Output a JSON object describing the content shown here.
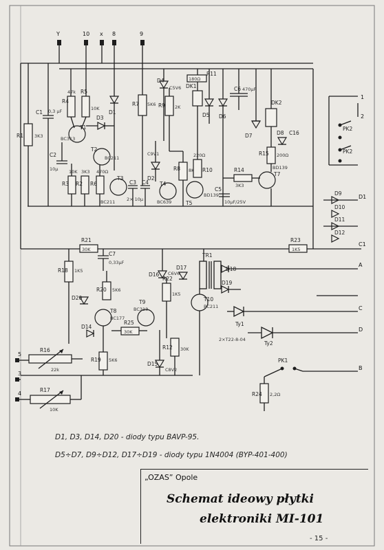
{
  "terminals_top": [
    "Y",
    "10",
    "x",
    "8",
    "9"
  ],
  "terminals_right": [
    "1",
    "2",
    "D1",
    "C1",
    "A",
    "C",
    "D",
    "B"
  ],
  "terminals_left": [
    "5",
    "3",
    "4"
  ],
  "components": {
    "R1": {
      "label": "R1",
      "value": "3K3"
    },
    "C1": {
      "label": "C1",
      "value": "0,3 µF"
    },
    "R4": {
      "label": "R4",
      "value": "47k"
    },
    "R5": {
      "label": "R5",
      "value": "10K"
    },
    "T1": {
      "label": "T1",
      "value": "BC313"
    },
    "C2": {
      "label": "C2",
      "value": "10µ"
    },
    "D1": {
      "label": "D1"
    },
    "D3": {
      "label": "D3"
    },
    "T2": {
      "label": "T2",
      "value": "BC211"
    },
    "R3": {
      "label": "R3",
      "value": "10K"
    },
    "R2": {
      "label": "R2",
      "value": "3K3"
    },
    "R6": {
      "label": "R6",
      "value": "470Ω"
    },
    "T3": {
      "label": "T3",
      "value": "BC211"
    },
    "C3": {
      "label": "C3",
      "value": "2× 10µ"
    },
    "C4": {
      "label": "C4"
    },
    "R7": {
      "label": "R7",
      "value": "5K6"
    },
    "D4": {
      "label": "D4",
      "value": "C5V6"
    },
    "D2": {
      "label": "D2",
      "value": "C9V1"
    },
    "R9": {
      "label": "R9",
      "value": "2K"
    },
    "R8": {
      "label": "R8",
      "value": "8K2"
    },
    "T4": {
      "label": "T4",
      "value": "BC639"
    },
    "DK1": {
      "label": "DK1"
    },
    "R11": {
      "label": "R11",
      "value": "180Ω"
    },
    "R10": {
      "label": "R10",
      "value": "220Ω"
    },
    "T5": {
      "label": "T5",
      "value": "BD139"
    },
    "D5": {
      "label": "D5"
    },
    "D6": {
      "label": "D6"
    },
    "C6": {
      "label": "C6",
      "value": "470µF"
    },
    "D7": {
      "label": "D7"
    },
    "DK2": {
      "label": "DK2"
    },
    "D8": {
      "label": "D8"
    },
    "C16": {
      "label": "C16"
    },
    "R15": {
      "label": "R15",
      "value": "200Ω"
    },
    "R14": {
      "label": "R14",
      "value": "3K3"
    },
    "T7": {
      "label": "T7",
      "value": "BD139"
    },
    "C5": {
      "label": "C5",
      "value": "10µF/25V"
    },
    "PK2": {
      "label": "PK2"
    },
    "D9": {
      "label": "D9"
    },
    "D10": {
      "label": "D10"
    },
    "D11": {
      "label": "D11"
    },
    "D12": {
      "label": "D12"
    },
    "R21": {
      "label": "R21",
      "value": "30K"
    },
    "R23": {
      "label": "R23",
      "value": "1K5"
    },
    "C7": {
      "label": "C7",
      "value": "0,33µF"
    },
    "R18": {
      "label": "R18",
      "value": "1K5"
    },
    "R20": {
      "label": "R20",
      "value": "5K6"
    },
    "D20": {
      "label": "D20"
    },
    "T8": {
      "label": "T8",
      "value": "BC177"
    },
    "D14": {
      "label": "D14"
    },
    "R25": {
      "label": "R25",
      "value": "30K"
    },
    "R19": {
      "label": "R19",
      "value": "5K6"
    },
    "D16": {
      "label": "D16",
      "value": "C6V6"
    },
    "D17": {
      "label": "D17"
    },
    "T9": {
      "label": "T9",
      "value": "BC313"
    },
    "R22": {
      "label": "R22",
      "value": "1K5"
    },
    "R12": {
      "label": "R12",
      "value": "30K"
    },
    "D15": {
      "label": "D15",
      "value": "C8V2"
    },
    "TR1": {
      "label": "TR1"
    },
    "T10": {
      "label": "T10",
      "value": "BC211"
    },
    "D18": {
      "label": "D18"
    },
    "D19": {
      "label": "D19"
    },
    "Ty1": {
      "label": "Ty1"
    },
    "Ty2": {
      "label": "Ty2"
    },
    "TyPart": {
      "label": "2×T22-8-04"
    },
    "R16": {
      "label": "R16",
      "value": "22k"
    },
    "R17": {
      "label": "R17",
      "value": "10K"
    },
    "PK1": {
      "label": "PK1"
    },
    "R24": {
      "label": "R24",
      "value": "2,2Ω"
    }
  },
  "notes": {
    "line1": "D1, D3, D14, D20 - diody typu BAVP-95.",
    "line2": "D5÷D7, D9÷D12, D17÷D19 - diody typu 1N4004 (BYP-401-400)"
  },
  "title_block": {
    "company": "„OZAS” Opole",
    "title_line1": "Schemat ideowy płytki",
    "title_line2": "elektroniki MI-101",
    "page": "- 15 -"
  }
}
